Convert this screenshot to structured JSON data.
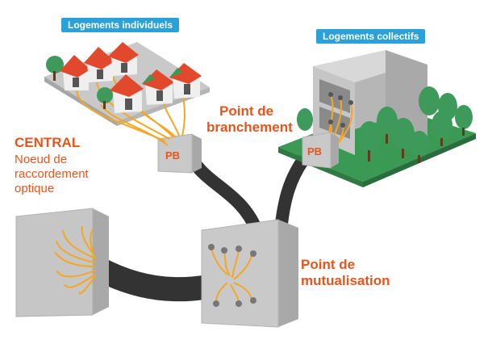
{
  "labels": {
    "individual_housing": "Logements individuels",
    "collective_housing": "Logements collectifs",
    "branch_point_line1": "Point de",
    "branch_point_line2": "branchement",
    "central_title": "CENTRAL",
    "central_line1": "Noeud de",
    "central_line2": "raccordement",
    "central_line3": "optique",
    "mutualisation_line1": "Point de",
    "mutualisation_line2": "mutualisation",
    "pb_left": "PB",
    "pb_right": "PB"
  },
  "colors": {
    "accent_orange": "#e9541b",
    "fiber_orange": "#f5a623",
    "tag_blue": "#2aa1d8",
    "cable_dark": "#333333",
    "box_gray": "#c8c8c8",
    "grass_green": "#3a9a54",
    "roof_red": "#e2492c",
    "tree_green": "#3e9a5a"
  }
}
